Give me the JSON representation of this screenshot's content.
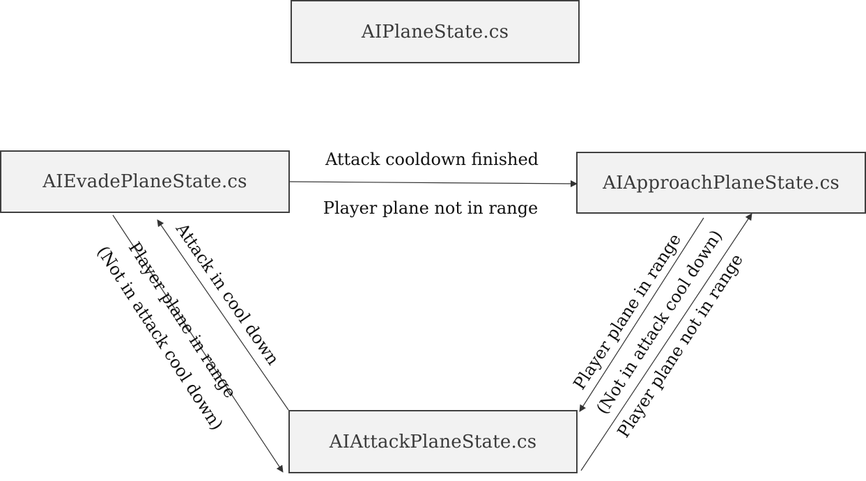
{
  "states": {
    "plane": "AIPlaneState.cs",
    "evade": "AIEvadePlaneState.cs",
    "approach": "AIApproachPlaneState.cs",
    "attack": "AIAttackPlaneState.cs"
  },
  "transitions": {
    "evade_to_approach_top": "Attack cooldown finished",
    "evade_to_approach_bottom": "Player plane not in range",
    "attack_to_evade": "Attack in cool down",
    "evade_to_attack_line1": "Player plane in range",
    "evade_to_attack_line2": "(Not in attack cool down)",
    "approach_to_attack_line1": "Player plane in range",
    "approach_to_attack_line2": "(Not in attack cool down)",
    "attack_to_approach": "Player plane not in range"
  },
  "colors": {
    "box_fill": "#f2f2f2",
    "box_border": "#404040",
    "line": "#333333",
    "text": "#111111"
  }
}
